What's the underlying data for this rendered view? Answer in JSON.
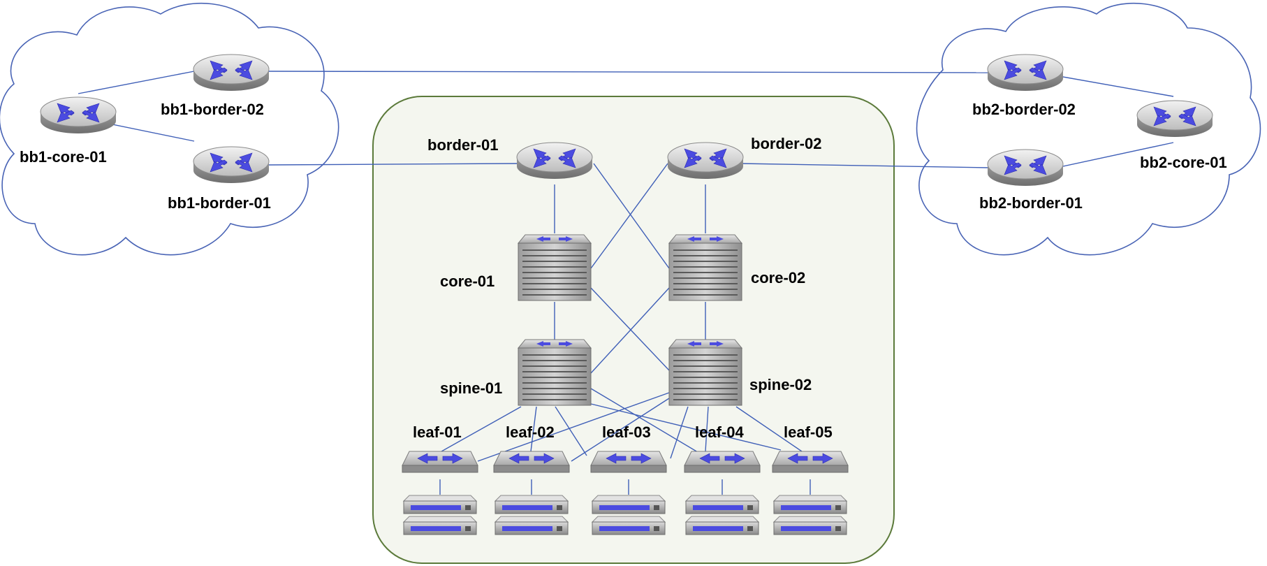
{
  "clouds": {
    "bb1": {
      "nodes": {
        "core_01": "bb1-core-01",
        "border_01": "bb1-border-01",
        "border_02": "bb1-border-02"
      }
    },
    "bb2": {
      "nodes": {
        "core_01": "bb2-core-01",
        "border_01": "bb2-border-01",
        "border_02": "bb2-border-02"
      }
    }
  },
  "datacenter": {
    "border": [
      "border-01",
      "border-02"
    ],
    "core": [
      "core-01",
      "core-02"
    ],
    "spine": [
      "spine-01",
      "spine-02"
    ],
    "leaf": [
      "leaf-01",
      "leaf-02",
      "leaf-03",
      "leaf-04",
      "leaf-05"
    ]
  },
  "colors": {
    "link": "#3f5fb7",
    "icon_arrows": "#4b4be0",
    "datacenter_border": "#5b7a3a",
    "datacenter_fill": "#f4f6ef",
    "cloud_outline": "#4863b5"
  },
  "icons": {
    "router": "router-icon",
    "chassis_switch": "chassis-switch-icon",
    "leaf_switch": "leaf-switch-icon",
    "server": "server-icon"
  }
}
